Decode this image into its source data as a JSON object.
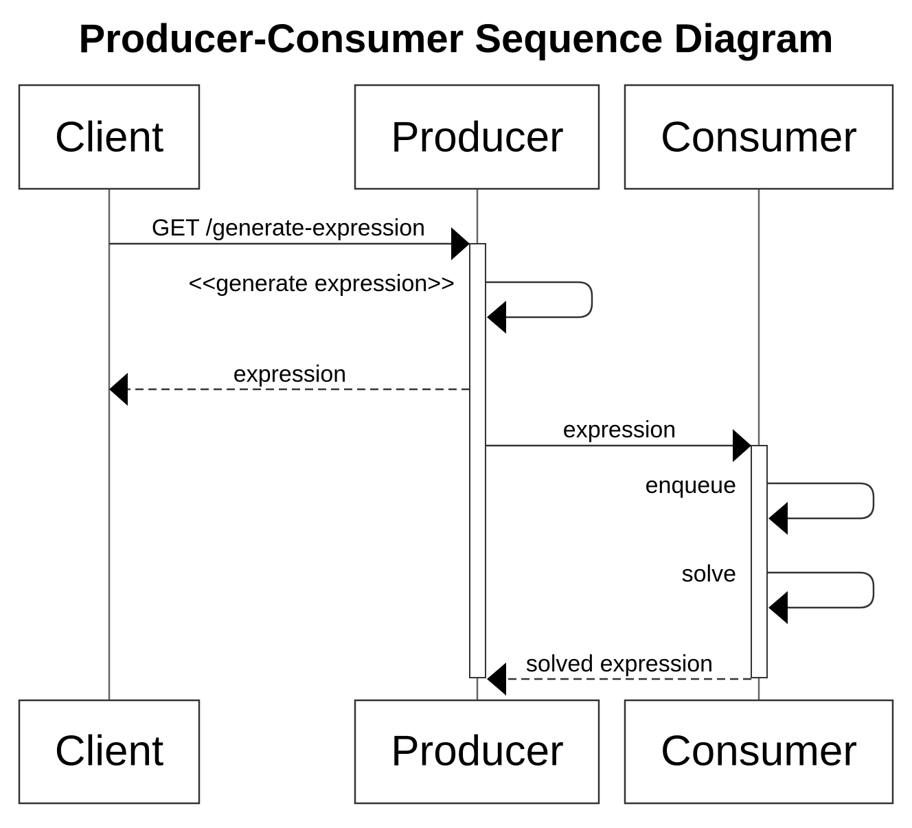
{
  "title": "Producer-Consumer Sequence Diagram",
  "participants": [
    {
      "id": "client",
      "label": "Client"
    },
    {
      "id": "producer",
      "label": "Producer"
    },
    {
      "id": "consumer",
      "label": "Consumer"
    }
  ],
  "messages": [
    {
      "label": "GET /generate-expression",
      "from": "client",
      "to": "producer",
      "style": "solid"
    },
    {
      "label": "<<generate expression>>",
      "from": "producer",
      "to": "producer",
      "style": "solid"
    },
    {
      "label": "expression",
      "from": "producer",
      "to": "client",
      "style": "dashed"
    },
    {
      "label": "expression",
      "from": "producer",
      "to": "consumer",
      "style": "solid"
    },
    {
      "label": "enqueue",
      "from": "consumer",
      "to": "consumer",
      "style": "solid"
    },
    {
      "label": "solve",
      "from": "consumer",
      "to": "consumer",
      "style": "solid"
    },
    {
      "label": "solved expression",
      "from": "consumer",
      "to": "producer",
      "style": "dashed"
    }
  ],
  "colors": {
    "line": "#333333",
    "lifeline": "#666666",
    "arrowhead": "#000000",
    "background": "#ffffff"
  }
}
